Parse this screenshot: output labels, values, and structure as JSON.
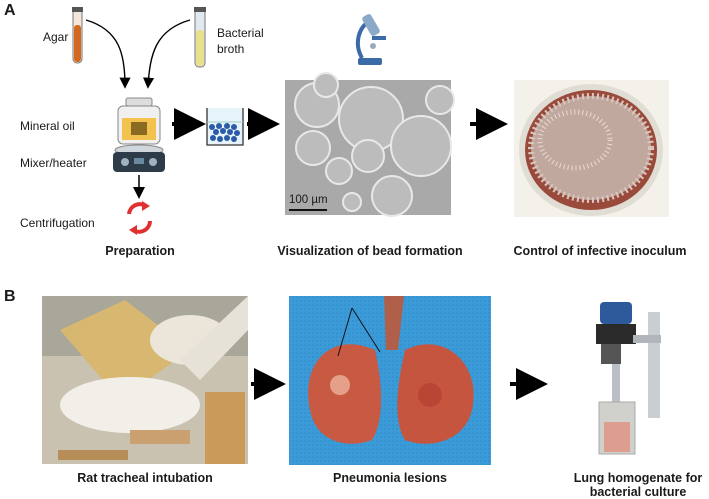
{
  "panel_a": {
    "letter": "A",
    "tubes": {
      "agar": "Agar",
      "broth_line1": "Bacterial",
      "broth_line2": "broth"
    },
    "device": {
      "mineral_oil": "Mineral oil",
      "mixer": "Mixer/heater",
      "centrifugation": "Centrifugation"
    },
    "scale_bar": "100 µm",
    "captions": {
      "preparation": "Preparation",
      "visualization": "Visualization of bead formation",
      "control": "Control of infective inoculum"
    }
  },
  "panel_b": {
    "letter": "B",
    "captions": {
      "intubation": "Rat tracheal intubation",
      "lesions": "Pneumonia lesions",
      "homogenate_line1": "Lung homogenate for",
      "homogenate_line2": "bacterial culture"
    }
  },
  "colors": {
    "agar_tube": "#d2691e",
    "broth_tube": "#e8e08a",
    "beads": "#2a5aa8",
    "centrifuge_arrows": "#e03030",
    "plate_agar": "#9a4a3a",
    "surgical_drape": "#3b9bd8",
    "lung": "#c85a44"
  }
}
